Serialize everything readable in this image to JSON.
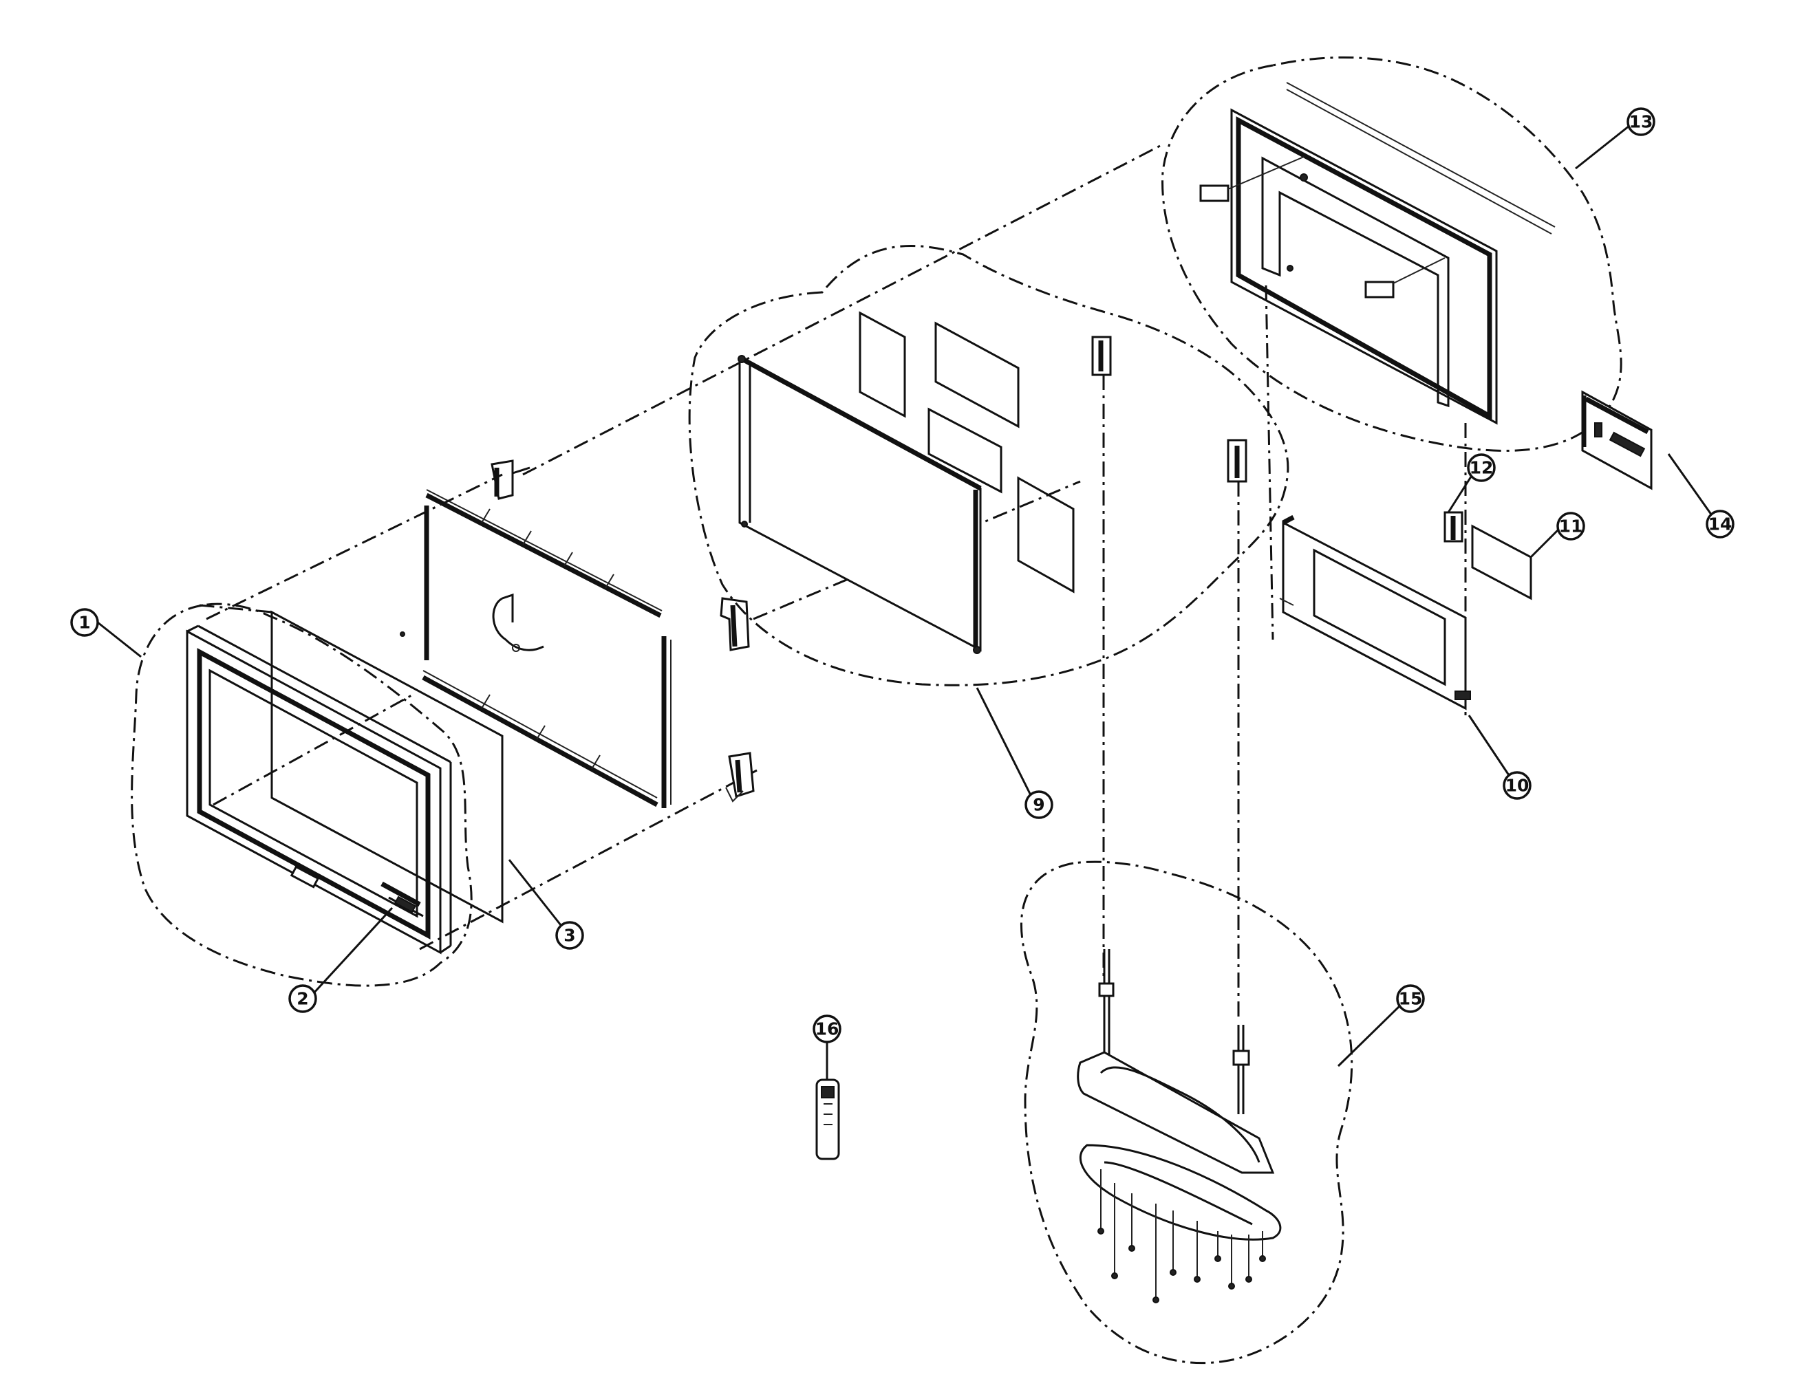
{
  "diagram": {
    "callouts": [
      {
        "id": "1",
        "label": "1"
      },
      {
        "id": "2",
        "label": "2"
      },
      {
        "id": "3",
        "label": "3"
      },
      {
        "id": "9",
        "label": "9"
      },
      {
        "id": "10",
        "label": "10"
      },
      {
        "id": "11",
        "label": "11"
      },
      {
        "id": "12",
        "label": "12"
      },
      {
        "id": "13",
        "label": "13"
      },
      {
        "id": "14",
        "label": "14"
      },
      {
        "id": "15",
        "label": "15"
      },
      {
        "id": "16",
        "label": "16"
      }
    ],
    "colors": {
      "line": "#111111",
      "background": "#ffffff"
    }
  }
}
